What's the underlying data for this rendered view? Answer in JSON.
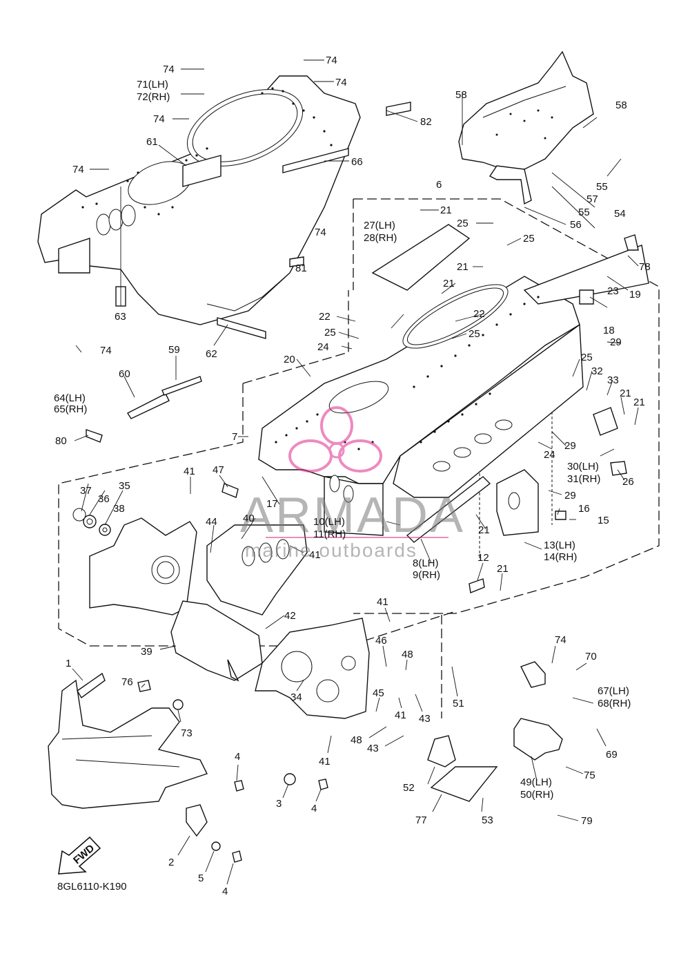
{
  "diagram_code": "8GL6110-K190",
  "fwd_arrow_label": "FWD",
  "watermark": {
    "brand": "ARMADA",
    "tagline": "marine outboards"
  },
  "callouts": [
    {
      "id": "c74a",
      "text": "74"
    },
    {
      "id": "c74b",
      "text": "74"
    },
    {
      "id": "c74c",
      "text": "74"
    },
    {
      "id": "c71",
      "text": "71(LH)"
    },
    {
      "id": "c72",
      "text": "72(RH)"
    },
    {
      "id": "c74d",
      "text": "74"
    },
    {
      "id": "c61",
      "text": "61"
    },
    {
      "id": "c74e",
      "text": "74"
    },
    {
      "id": "c66",
      "text": "66"
    },
    {
      "id": "c82",
      "text": "82"
    },
    {
      "id": "c58a",
      "text": "58"
    },
    {
      "id": "c58b",
      "text": "58"
    },
    {
      "id": "c6",
      "text": "6"
    },
    {
      "id": "c55a",
      "text": "55"
    },
    {
      "id": "c57",
      "text": "57"
    },
    {
      "id": "c55b",
      "text": "55"
    },
    {
      "id": "c54",
      "text": "54"
    },
    {
      "id": "c56",
      "text": "56"
    },
    {
      "id": "c21a",
      "text": "21"
    },
    {
      "id": "c27",
      "text": "27(LH)"
    },
    {
      "id": "c28",
      "text": "28(RH)"
    },
    {
      "id": "c25a",
      "text": "25"
    },
    {
      "id": "c74f",
      "text": "74"
    },
    {
      "id": "c25b",
      "text": "25"
    },
    {
      "id": "c21b",
      "text": "21"
    },
    {
      "id": "c78",
      "text": "78"
    },
    {
      "id": "c21c",
      "text": "21"
    },
    {
      "id": "c81",
      "text": "81"
    },
    {
      "id": "c19",
      "text": "19"
    },
    {
      "id": "c23",
      "text": "23"
    },
    {
      "id": "c63",
      "text": "63"
    },
    {
      "id": "c22a",
      "text": "22"
    },
    {
      "id": "c22b",
      "text": "22"
    },
    {
      "id": "c25c",
      "text": "25"
    },
    {
      "id": "c25d",
      "text": "25"
    },
    {
      "id": "c18",
      "text": "18"
    },
    {
      "id": "c24a",
      "text": "24"
    },
    {
      "id": "c29a",
      "text": "29"
    },
    {
      "id": "c74g",
      "text": "74"
    },
    {
      "id": "c62",
      "text": "62"
    },
    {
      "id": "c59",
      "text": "59"
    },
    {
      "id": "c20",
      "text": "20"
    },
    {
      "id": "c25e",
      "text": "25"
    },
    {
      "id": "c32",
      "text": "32"
    },
    {
      "id": "c33",
      "text": "33"
    },
    {
      "id": "c64",
      "text": "64(LH)"
    },
    {
      "id": "c65",
      "text": "65(RH)"
    },
    {
      "id": "c60",
      "text": "60"
    },
    {
      "id": "c21d",
      "text": "21"
    },
    {
      "id": "c21e",
      "text": "21"
    },
    {
      "id": "c7",
      "text": "7"
    },
    {
      "id": "c80",
      "text": "80"
    },
    {
      "id": "c29b",
      "text": "29"
    },
    {
      "id": "c24b",
      "text": "24"
    },
    {
      "id": "c30",
      "text": "30(LH)"
    },
    {
      "id": "c31",
      "text": "31(RH)"
    },
    {
      "id": "c26",
      "text": "26"
    },
    {
      "id": "c41a",
      "text": "41"
    },
    {
      "id": "c47",
      "text": "47"
    },
    {
      "id": "c37",
      "text": "37"
    },
    {
      "id": "c36",
      "text": "36"
    },
    {
      "id": "c35",
      "text": "35"
    },
    {
      "id": "c38",
      "text": "38"
    },
    {
      "id": "c17",
      "text": "17"
    },
    {
      "id": "c29c",
      "text": "29"
    },
    {
      "id": "c40",
      "text": "40"
    },
    {
      "id": "c44",
      "text": "44"
    },
    {
      "id": "c10",
      "text": "10(LH)"
    },
    {
      "id": "c11",
      "text": "11(RH)"
    },
    {
      "id": "c16",
      "text": "16"
    },
    {
      "id": "c15",
      "text": "15"
    },
    {
      "id": "c21f",
      "text": "21"
    },
    {
      "id": "c13",
      "text": "13(LH)"
    },
    {
      "id": "c14",
      "text": "14(RH)"
    },
    {
      "id": "c41b",
      "text": "41"
    },
    {
      "id": "c8",
      "text": "8(LH)"
    },
    {
      "id": "c9",
      "text": "9(RH)"
    },
    {
      "id": "c12",
      "text": "12"
    },
    {
      "id": "c21g",
      "text": "21"
    },
    {
      "id": "c41c",
      "text": "41"
    },
    {
      "id": "c42",
      "text": "42"
    },
    {
      "id": "c39",
      "text": "39"
    },
    {
      "id": "c46",
      "text": "46"
    },
    {
      "id": "c48a",
      "text": "48"
    },
    {
      "id": "c74h",
      "text": "74"
    },
    {
      "id": "c70",
      "text": "70"
    },
    {
      "id": "c1",
      "text": "1"
    },
    {
      "id": "c34",
      "text": "34"
    },
    {
      "id": "c51",
      "text": "51"
    },
    {
      "id": "c67",
      "text": "67(LH)"
    },
    {
      "id": "c68",
      "text": "68(RH)"
    },
    {
      "id": "c76",
      "text": "76"
    },
    {
      "id": "c45",
      "text": "45"
    },
    {
      "id": "c41d",
      "text": "41"
    },
    {
      "id": "c43a",
      "text": "43"
    },
    {
      "id": "c73",
      "text": "73"
    },
    {
      "id": "c48b",
      "text": "48"
    },
    {
      "id": "c43b",
      "text": "43"
    },
    {
      "id": "c69",
      "text": "69"
    },
    {
      "id": "c41e",
      "text": "41"
    },
    {
      "id": "c75",
      "text": "75"
    },
    {
      "id": "c4a",
      "text": "4"
    },
    {
      "id": "c52",
      "text": "52"
    },
    {
      "id": "c49",
      "text": "49(LH)"
    },
    {
      "id": "c50",
      "text": "50(RH)"
    },
    {
      "id": "c3",
      "text": "3"
    },
    {
      "id": "c4b",
      "text": "4"
    },
    {
      "id": "c53",
      "text": "53"
    },
    {
      "id": "c77",
      "text": "77"
    },
    {
      "id": "c79",
      "text": "79"
    },
    {
      "id": "c2",
      "text": "2"
    },
    {
      "id": "c5",
      "text": "5"
    },
    {
      "id": "c4c",
      "text": "4"
    }
  ]
}
